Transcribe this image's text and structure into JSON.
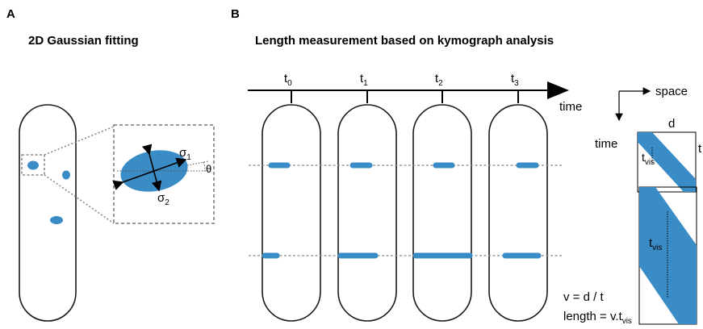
{
  "panelA": {
    "letter": "A",
    "title": "2D Gaussian fitting",
    "sigma": "σ",
    "sigma1_sub": "1",
    "sigma2_sub": "2",
    "theta": "θ"
  },
  "panelB": {
    "letter": "B",
    "title": "Length measurement based on kymograph analysis",
    "axis_label": "time",
    "ticks": [
      {
        "base": "t",
        "sub": "0"
      },
      {
        "base": "t",
        "sub": "1"
      },
      {
        "base": "t",
        "sub": "2"
      },
      {
        "base": "t",
        "sub": "3"
      }
    ],
    "kymo": {
      "space_label": "space",
      "time_label": "time",
      "d_label": "d",
      "t_label": "t",
      "tvis_base": "t",
      "tvis_sub": "vis",
      "tvis2_base": "t",
      "tvis2_sub": "vis"
    },
    "formula_velocity": "v = d / t",
    "formula_length_prefix": "length = v.t",
    "formula_length_sub": "vis"
  },
  "colors": {
    "accent": "#3a8cc6",
    "outline": "#1a1a1a",
    "dashed": "#8a8a8a"
  }
}
